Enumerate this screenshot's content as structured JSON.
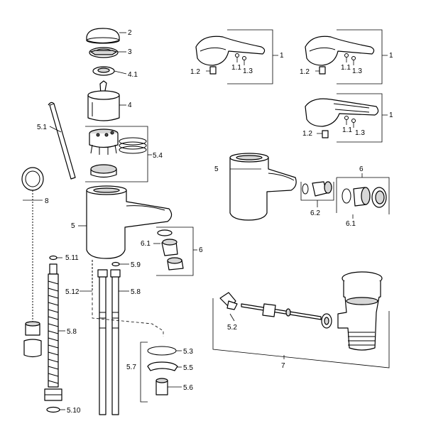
{
  "diagram": {
    "labels": {
      "l2": "2",
      "l3": "3",
      "l4_1": "4.1",
      "l4": "4",
      "l5_1": "5.1",
      "l5_4": "5.4",
      "l8": "8",
      "l5_left": "5",
      "l6_1_left": "6.1",
      "l6_left": "6",
      "l5_11": "5.11",
      "l5_9": "5.9",
      "l5_12": "5.12",
      "l5_8_right": "5.8",
      "l5_8_left": "5.8",
      "l5_3": "5.3",
      "l5_7": "5.7",
      "l5_5": "5.5",
      "l5_6": "5.6",
      "l5_10": "5.10",
      "h1_1": "1",
      "h1_1_2": "1.2",
      "h1_1_1": "1.1",
      "h1_1_3": "1.3",
      "h2_1": "1",
      "h2_1_2": "1.2",
      "h2_1_1": "1.1",
      "h2_1_3": "1.3",
      "h3_1": "1",
      "h3_1_2": "1.2",
      "h3_1_1": "1.1",
      "h3_1_3": "1.3",
      "r5": "5",
      "r6": "6",
      "r6_2": "6.2",
      "r6_1": "6.1",
      "r5_2": "5.2",
      "r7": "7"
    }
  }
}
